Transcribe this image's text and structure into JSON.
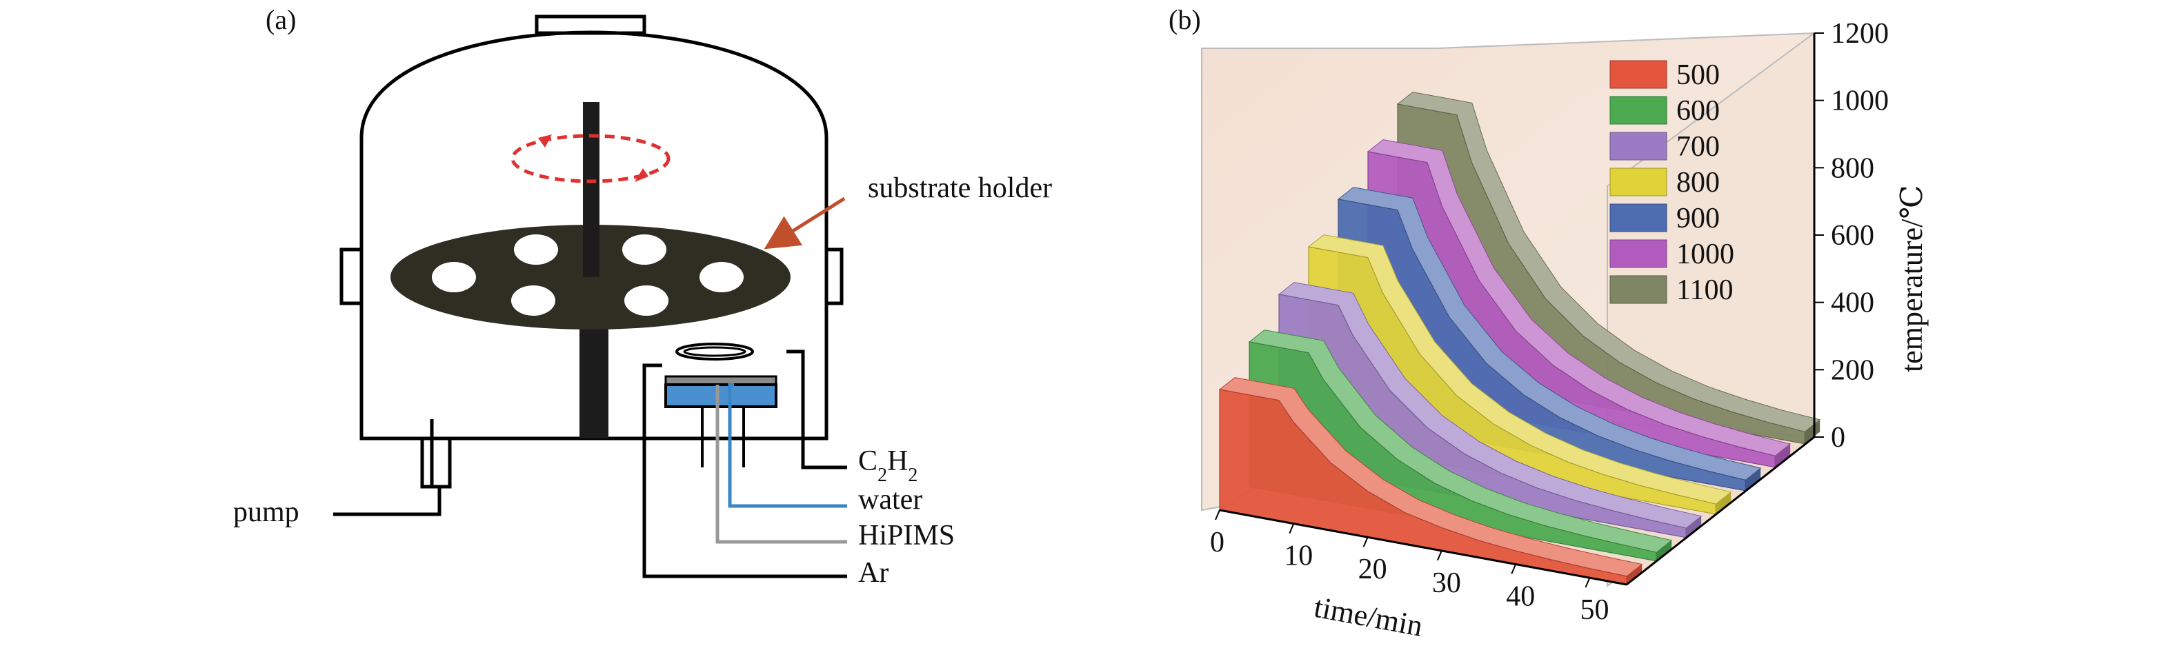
{
  "panel_a": {
    "label": "(a)",
    "callouts": {
      "substrate_holder": "substrate holder",
      "pump": "pump",
      "c2h2": {
        "main": "C",
        "sub1": "2",
        "mid": "H",
        "sub2": "2"
      },
      "water": "water",
      "hipims": "HiPIMS",
      "ar": "Ar"
    },
    "colors": {
      "holder_plate": "#2f2e22",
      "rotation_arrow": "#e03030",
      "pointer_arrow": "#c0502b",
      "water_line": "#3b86c6",
      "hipims_line": "#999999",
      "target": "#4a8fcf"
    }
  },
  "panel_b": {
    "label": "(b)"
  },
  "chart_data": {
    "type": "area",
    "projection": "3d-waterfall",
    "xlabel": "time/min",
    "ylabel": "temperature/℃",
    "x_ticks": [
      "0",
      "10",
      "20",
      "30",
      "40",
      "50"
    ],
    "y_ticks": [
      "0",
      "200",
      "400",
      "600",
      "800",
      "1000",
      "1200"
    ],
    "xlim": [
      0,
      55
    ],
    "ylim": [
      0,
      1200
    ],
    "legend_position": "top-right",
    "cooling_start_min": 8,
    "series": [
      {
        "name": "500",
        "color": "#e3553d",
        "x": [
          0,
          8,
          10,
          15,
          20,
          25,
          30,
          35,
          40,
          45,
          50,
          55
        ],
        "values": [
          500,
          500,
          420,
          280,
          190,
          130,
          95,
          70,
          55,
          45,
          38,
          34
        ]
      },
      {
        "name": "600",
        "color": "#4caa50",
        "x": [
          0,
          8,
          10,
          15,
          20,
          25,
          30,
          35,
          40,
          45,
          50,
          55
        ],
        "values": [
          600,
          600,
          500,
          330,
          225,
          155,
          110,
          80,
          62,
          50,
          42,
          36
        ]
      },
      {
        "name": "700",
        "color": "#9b7cc4",
        "x": [
          0,
          8,
          10,
          15,
          20,
          25,
          30,
          35,
          40,
          45,
          50,
          55
        ],
        "values": [
          700,
          700,
          585,
          385,
          260,
          180,
          127,
          92,
          70,
          56,
          46,
          39
        ]
      },
      {
        "name": "800",
        "color": "#e0d33a",
        "x": [
          0,
          8,
          10,
          15,
          20,
          25,
          30,
          35,
          40,
          45,
          50,
          55
        ],
        "values": [
          800,
          800,
          665,
          440,
          295,
          205,
          145,
          104,
          78,
          61,
          50,
          42
        ]
      },
      {
        "name": "900",
        "color": "#4d6db0",
        "x": [
          0,
          8,
          10,
          15,
          20,
          25,
          30,
          35,
          40,
          45,
          50,
          55
        ],
        "values": [
          900,
          900,
          750,
          495,
          332,
          230,
          162,
          116,
          86,
          66,
          53,
          44
        ]
      },
      {
        "name": "1000",
        "color": "#b35cbf",
        "x": [
          0,
          8,
          10,
          15,
          20,
          25,
          30,
          35,
          40,
          45,
          50,
          55
        ],
        "values": [
          1000,
          1000,
          830,
          550,
          368,
          255,
          180,
          128,
          94,
          72,
          57,
          47
        ]
      },
      {
        "name": "1100",
        "color": "#7f8663",
        "x": [
          0,
          8,
          10,
          15,
          20,
          25,
          30,
          35,
          40,
          45,
          50,
          55
        ],
        "values": [
          1100,
          1100,
          915,
          605,
          405,
          280,
          197,
          140,
          102,
          78,
          61,
          50
        ]
      }
    ]
  }
}
